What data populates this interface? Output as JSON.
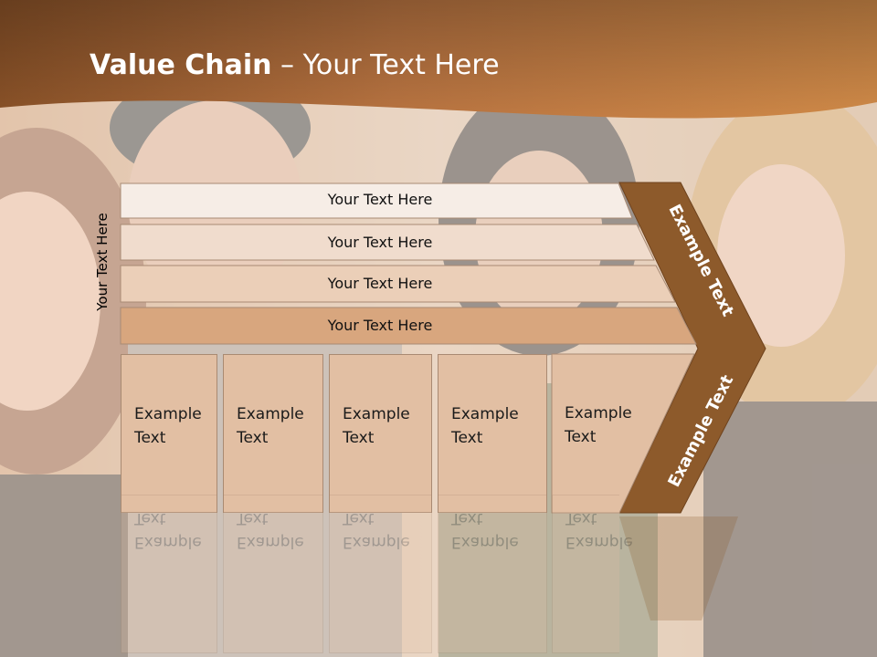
{
  "title": {
    "bold": "Value Chain",
    "rest": " – Your Text Here"
  },
  "side_label": "Your Text Here",
  "rows": [
    "Your Text Here",
    "Your Text Here",
    "Your Text Here",
    "Your Text Here"
  ],
  "boxes": [
    [
      "Example",
      "Text"
    ],
    [
      "Example",
      "Text"
    ],
    [
      "Example",
      "Text"
    ],
    [
      "Example",
      "Text"
    ],
    [
      "Example",
      "Text"
    ]
  ],
  "chevron_upper": "Example Text",
  "chevron_lower": "Example Text",
  "colors": {
    "header_dark": "#7f4a1f",
    "header_light": "#d9914f",
    "chevron": "#8d5a2b",
    "row_fills": [
      "#f6ede6",
      "#f0dccd",
      "#ebcfb8",
      "#d8a67e"
    ],
    "box_fill": "#e2bfa3"
  }
}
